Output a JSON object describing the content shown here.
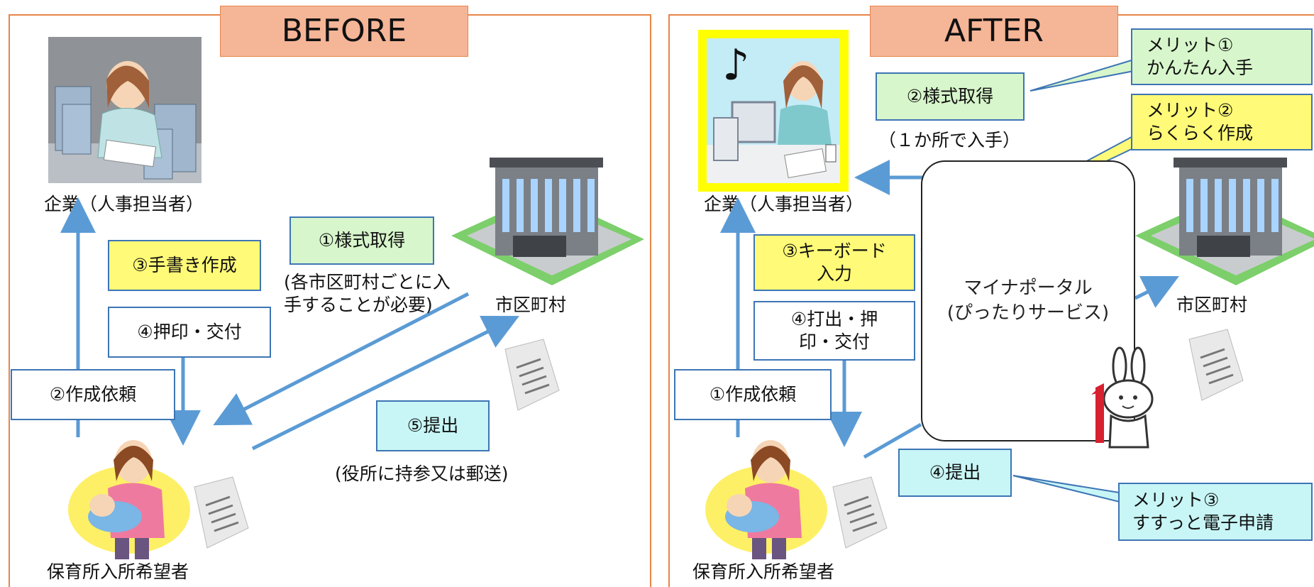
{
  "before": {
    "title": "BEFORE",
    "company_label": "企業（人事担当者）",
    "city_label": "市区町村",
    "applicant_label": "保育所入所希望者",
    "step1_label": "①様式取得",
    "step1_note": "(各市区町村ごとに入\n手することが必要)",
    "step2_label": "②作成依頼",
    "step3_label": "③手書き作成",
    "step4_label": "④押印・交付",
    "step5_label": "⑤提出",
    "step5_note": "(役所に持参又は郵送)"
  },
  "after": {
    "title": "AFTER",
    "company_label": "企業（人事担当者）",
    "city_label": "市区町村",
    "applicant_label": "保育所入所希望者",
    "step1_label": "①作成依頼",
    "step2_label": "②様式取得",
    "step2_note": "（１か所で入手）",
    "step3_label": "③キーボード\n入力",
    "step4a_label": "④打出・押\n印・交付",
    "step4b_label": "④提出",
    "portal_label": "マイナポータル\n(ぴったりサービス)",
    "merit1": "メリット①\nかんたん入手",
    "merit2": "メリット②\nらくらく作成",
    "merit3": "メリット③\nすすっと電子申請",
    "music_note": "♪"
  },
  "colors": {
    "panel_border": "#e8854a",
    "title_fill": "#f5b597",
    "arrow": "#5b9bd5",
    "yellow_box": "#fffa77",
    "green_box": "#d7f6cb",
    "cyan_box": "#c8f5f6",
    "highlight": "#ffff00"
  }
}
